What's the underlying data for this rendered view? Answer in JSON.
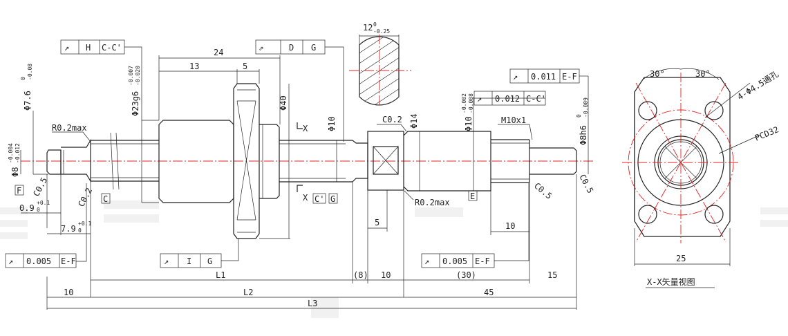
{
  "colors": {
    "outline": "#222222",
    "centerline": "#e02020",
    "watermark": "#f1f1f1"
  },
  "frames": {
    "f_left": {
      "sym": "↗",
      "tol": "0.005",
      "datum": "E-F"
    },
    "f_h": {
      "sym": "↗",
      "a": "H",
      "b": "C-C'"
    },
    "f_i": {
      "sym": "↗",
      "a": "I",
      "b": "G"
    },
    "f_d": {
      "sym": "⇗",
      "a": "D",
      "b": "G"
    },
    "f_mid": {
      "sym": "↗",
      "tol": "0.005",
      "datum": "E-F"
    },
    "f_cc": {
      "sym": "↗",
      "tol": "0.012",
      "datum": "C-C'"
    },
    "f_ef": {
      "sym": "↗",
      "tol": "0.011",
      "datum": "E-F"
    }
  },
  "dims": {
    "d24": "24",
    "d13": "13",
    "d5a": "5",
    "d40": "Φ40",
    "d10": "Φ10",
    "d14": "Φ14",
    "c02": "C0.2",
    "r02_top": "R0.2max",
    "r02_bot": "R0.2max",
    "phi76": "Φ7.6",
    "phi76_tol_top": "0",
    "phi76_tol_bot": "-0.08",
    "phi23": "Φ23g6",
    "phi23_tol_top": "-0.007",
    "phi23_tol_bot": "-0.020",
    "phi8": "Φ8",
    "phi8_tol_top": "-0.004",
    "phi8_tol_bot": "-0.012",
    "phi10": "Φ10",
    "phi10_tol_top": "-0.002",
    "phi10_tol_bot": "-0.008",
    "phi8h6": "Φ8h6",
    "phi8h6_tol_top": "0",
    "phi8h6_tol_bot": "-0.009",
    "m10": "M10x1",
    "c05a": "C0.5",
    "c02b": "C0.2",
    "c05b": "C0.5",
    "c05c": "C0.5",
    "d09": "0.9",
    "d09_tol_top": "+0.1",
    "d09_tol_bot": "0",
    "d79": "7.9",
    "d79_tol_top": "+0.1",
    "d79_tol_bot": "0",
    "d5b": "5",
    "d10b": "10",
    "d12": "12",
    "d12_tol_top": "0",
    "d12_tol_bot": "-0.25",
    "L1": "L1",
    "L2": "L2",
    "L3": "L3",
    "p8": "(8)",
    "d10c": "10",
    "p30": "(30)",
    "d15": "15",
    "d10d": "10",
    "d45": "45",
    "d25": "25",
    "a30l": "30°",
    "a30r": "30°",
    "holes": "4-Φ4.5通孔",
    "pcd": "PCD32"
  },
  "datums": {
    "F": "F",
    "C": "C",
    "Cp": "C'",
    "G": "G",
    "E": "E"
  },
  "section": {
    "X1": "X",
    "X2": "X",
    "caption": "X-X矢量视图"
  }
}
